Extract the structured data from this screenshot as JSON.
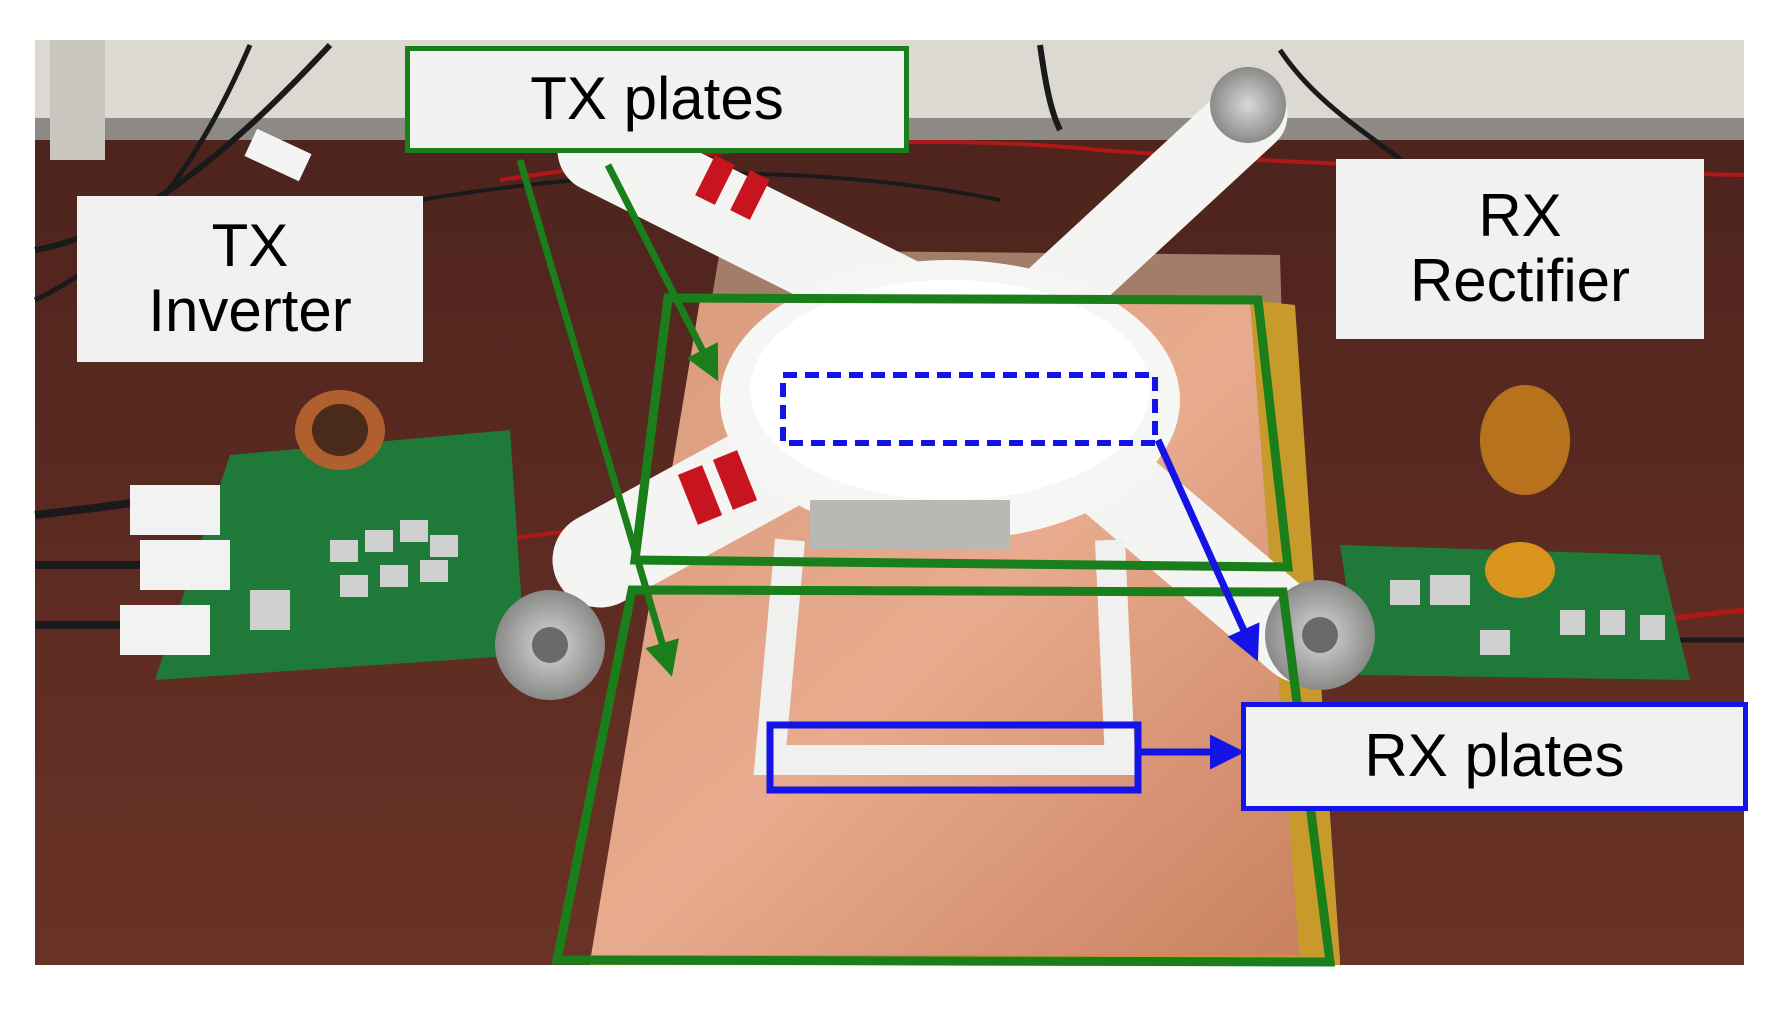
{
  "labels": {
    "tx_plates": "TX plates",
    "tx_inverter_line1": "TX",
    "tx_inverter_line2": "Inverter",
    "rx_rectifier_line1": "RX",
    "rx_rectifier_line2": "Rectifier",
    "rx_plates": "RX plates"
  },
  "colors": {
    "tx_outline": "#1a7f1a",
    "rx_outline": "#1414e6",
    "copper": "#c9866a",
    "table": "#5b2a22",
    "drone_body": "#f4f4f2",
    "drone_stripe": "#c8141e",
    "pcb": "#1f7a3a"
  }
}
